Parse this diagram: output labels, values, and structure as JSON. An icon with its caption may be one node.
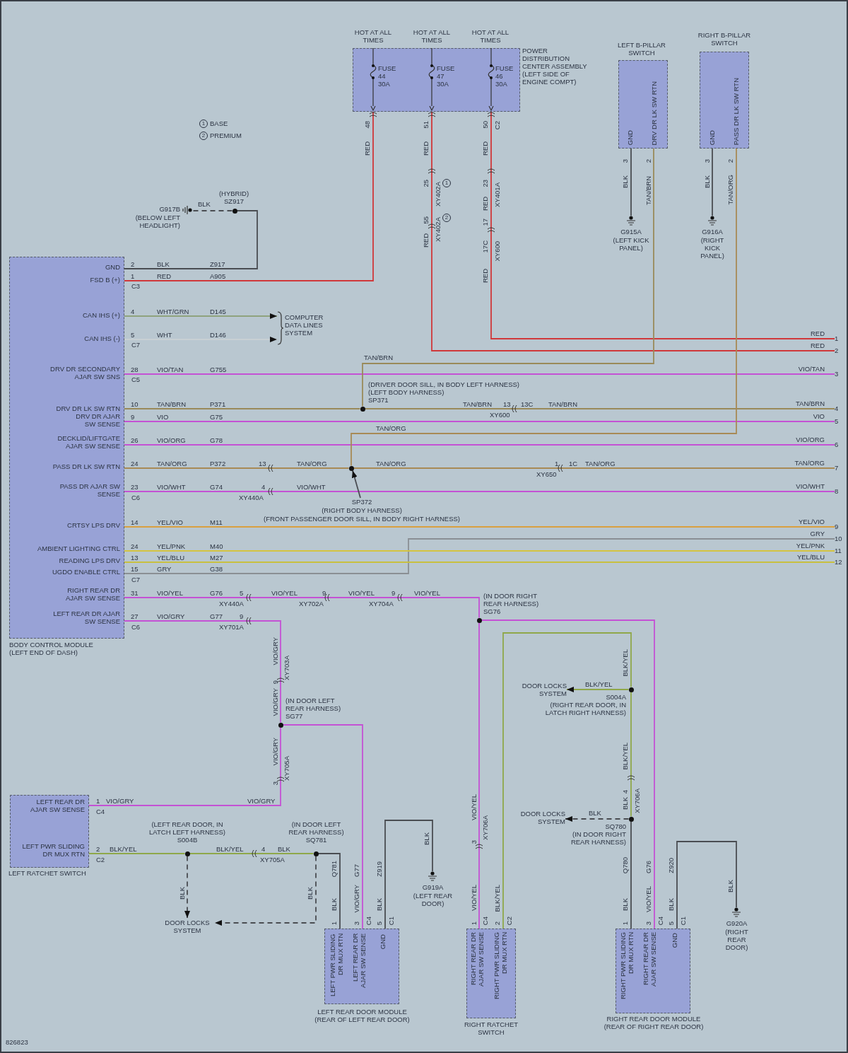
{
  "diagram": {
    "nodes": [
      {
        "text": [
          "POWER DISTRIBUTION CENTER ASSEMBLY (LEFT SIDE OF ENGINE COMPT)"
        ]
      },
      {
        "text": [
          "LEFT B-PILLAR SWITCH",
          "GND",
          "DRV DR LK SW RTN"
        ]
      },
      {
        "text": [
          "RIGHT B-PILLAR SWITCH",
          "GND",
          "PASS DR LK SW RTN"
        ]
      },
      {
        "text": [
          "GND",
          "FSD B (+)",
          "CAN IHS (+)",
          "CAN IHS (-)",
          "DRV DR SECONDARY AJAR SW SNS",
          "DRV DR LK SW RTN",
          "DRV DR AJAR SW SENSE",
          "DECKLID/LIFTGATE AJAR SW SENSE",
          "PASS DR LK SW RTN",
          "PASS DR AJAR SW SENSE",
          "CRTSY LPS DRV",
          "AMBIENT LIGHTING CTRL",
          "READING LPS DRV",
          "UGDO ENABLE CTRL",
          "RIGHT REAR DR AJAR SW SENSE",
          "LEFT REAR DR AJAR SW SENSE",
          "BODY CONTROL MODULE (LEFT END OF DASH)"
        ]
      },
      {
        "text": [
          "LEFT REAR DR AJAR SW SENSE",
          "LEFT PWR SLIDING DR MUX RTN",
          "LEFT RATCHET SWITCH"
        ]
      },
      {
        "text": [
          "LEFT PWR SLIDING DR MUX RTN",
          "LEFT REAR DR AJAR SW SENSE",
          "GND",
          "LEFT REAR DOOR MODULE (REAR OF LEFT REAR DOOR)"
        ]
      },
      {
        "text": [
          "RIGHT REAR DR AJAR SW SENSE",
          "RIGHT PWR SLIDING DR MUX RTN",
          "RIGHT RATCHET SWITCH"
        ]
      },
      {
        "text": [
          "RIGHT PWR SLIDING DR MUX RTN",
          "RIGHT REAR DR AJAR SW SENSE",
          "GND",
          "RIGHT REAR DOOR MODULE (REAR OF RIGHT REAR DOOR)"
        ]
      },
      {
        "text": [
          "G917B",
          "(BELOW LEFT HEADLIGHT)"
        ]
      },
      {
        "text": [
          "G915A",
          "(LEFT KICK PANEL)"
        ]
      },
      {
        "text": [
          "G916A",
          "(RIGHT KICK PANEL)"
        ]
      },
      {
        "text": [
          "G919A",
          "(LEFT REAR DOOR)"
        ]
      },
      {
        "text": [
          "G920A",
          "(RIGHT REAR DOOR)"
        ]
      },
      {
        "text": [
          "COMPUTER DATA LINES SYSTEM"
        ]
      },
      {
        "text": [
          "DOOR LOCKS SYSTEM"
        ]
      },
      {
        "text": [
          "DOOR LOCKS SYSTEM"
        ]
      },
      {
        "text": [
          "DOOR LOCKS SYSTEM"
        ]
      },
      {
        "text": [],
        "shape": "circle",
        "beside": [
          "(HYBRID)",
          "SZ917"
        ]
      },
      {
        "text": [],
        "shape": "circle",
        "beside": [
          "(DRIVER DOOR SILL, IN BODY LEFT HARNESS)",
          "(LEFT BODY HARNESS)",
          "SP371"
        ]
      },
      {
        "text": [],
        "shape": "circle"
      },
      {
        "text": [
          "SP372",
          "(RIGHT BODY HARNESS)",
          "(FRONT PASSENGER DOOR SILL, IN BODY RIGHT HARNESS)"
        ]
      },
      {
        "text": [],
        "shape": "circle",
        "beside": [
          "(IN DOOR RIGHT REAR HARNESS)",
          "SG76"
        ]
      },
      {
        "text": [],
        "shape": "circle",
        "beside": [
          "(IN DOOR LEFT REAR HARNESS)",
          "SG77"
        ]
      },
      {
        "text": [],
        "shape": "circle",
        "beside": [
          "(LEFT REAR DOOR, IN LATCH LEFT HARNESS)",
          "S004B"
        ]
      },
      {
        "text": [],
        "shape": "circle",
        "beside": [
          "(IN DOOR LEFT REAR HARNESS)",
          "SQ781"
        ]
      },
      {
        "text": [],
        "shape": "circle",
        "beside": [
          "S004A",
          "(RIGHT REAR DOOR, IN LATCH RIGHT HARNESS)"
        ]
      },
      {
        "text": [],
        "shape": "circle",
        "beside": [
          "SQ780",
          "(IN DOOR RIGHT REAR HARNESS)"
        ]
      },
      {
        "text": [
          "1"
        ]
      },
      {
        "text": [
          "2"
        ]
      },
      {
        "text": [
          "3"
        ]
      },
      {
        "text": [
          "4"
        ]
      },
      {
        "text": [
          "5"
        ]
      },
      {
        "text": [
          "6"
        ]
      },
      {
        "text": [
          "7"
        ]
      },
      {
        "text": [
          "8"
        ]
      },
      {
        "text": [
          "9"
        ]
      },
      {
        "text": [
          "10"
        ]
      },
      {
        "text": [
          "11"
        ]
      },
      {
        "text": [
          "12"
        ]
      }
    ],
    "edges": [
      {
        "from": 0,
        "to": 3,
        "arrow": "none",
        "color": "#d0383a"
      },
      {
        "from": 0,
        "to": 28,
        "arrow": "none",
        "color": "#d0383a"
      },
      {
        "from": 0,
        "to": 27,
        "arrow": "none",
        "color": "#d0383a"
      },
      {
        "from": 3,
        "to": 17,
        "arrow": "none",
        "color": "#4a4d52"
      },
      {
        "from": 17,
        "to": 8,
        "arrow": "none",
        "style": "dashed",
        "color": "#4a4d52"
      },
      {
        "from": 3,
        "to": 13,
        "arrow": "to",
        "color": "#8fa37e"
      },
      {
        "from": 3,
        "to": 13,
        "arrow": "to",
        "color": "#c8d0d4"
      },
      {
        "from": 3,
        "to": 29,
        "arrow": "none",
        "color": "#c452d4"
      },
      {
        "from": 3,
        "to": 18,
        "arrow": "none",
        "color": "#9a8a5a"
      },
      {
        "from": 18,
        "to": 30,
        "arrow": "none",
        "color": "#9a8a5a"
      },
      {
        "from": 18,
        "to": 1,
        "arrow": "none",
        "color": "#9a8a5a"
      },
      {
        "from": 3,
        "to": 31,
        "arrow": "none",
        "color": "#c452d4"
      },
      {
        "from": 3,
        "to": 32,
        "arrow": "none",
        "color": "#c452d4"
      },
      {
        "from": 3,
        "to": 19,
        "arrow": "none",
        "color": "#a88a55"
      },
      {
        "from": 19,
        "to": 33,
        "arrow": "none",
        "color": "#a88a55"
      },
      {
        "from": 19,
        "to": 2,
        "arrow": "none",
        "color": "#a88a55"
      },
      {
        "from": 3,
        "to": 34,
        "arrow": "none",
        "color": "#c452d4"
      },
      {
        "from": 3,
        "to": 35,
        "arrow": "none",
        "color": "#d9a040"
      },
      {
        "from": 3,
        "to": 36,
        "arrow": "none",
        "color": "#8a8f94"
      },
      {
        "from": 3,
        "to": 37,
        "arrow": "none",
        "color": "#d4c440"
      },
      {
        "from": 3,
        "to": 38,
        "arrow": "none",
        "color": "#c8c040"
      },
      {
        "from": 3,
        "to": 21,
        "arrow": "none",
        "color": "#c452d4"
      },
      {
        "from": 21,
        "to": 6,
        "arrow": "none",
        "color": "#c452d4"
      },
      {
        "from": 21,
        "to": 7,
        "arrow": "none",
        "color": "#c452d4"
      },
      {
        "from": 3,
        "to": 22,
        "arrow": "none",
        "color": "#c452d4"
      },
      {
        "from": 22,
        "to": 4,
        "arrow": "none",
        "color": "#c452d4"
      },
      {
        "from": 22,
        "to": 5,
        "arrow": "none",
        "color": "#c452d4"
      },
      {
        "from": 1,
        "to": 9,
        "arrow": "none",
        "color": "#4a4d52"
      },
      {
        "from": 2,
        "to": 10,
        "arrow": "none",
        "color": "#4a4d52"
      },
      {
        "from": 4,
        "to": 23,
        "arrow": "none",
        "color": "#8fa84a"
      },
      {
        "from": 23,
        "to": 24,
        "arrow": "none",
        "color": "#8fa84a"
      },
      {
        "from": 23,
        "to": 14,
        "arrow": "to",
        "style": "dashed",
        "color": "#4a4d52"
      },
      {
        "from": 24,
        "to": 14,
        "arrow": "to",
        "style": "dashed",
        "color": "#4a4d52"
      },
      {
        "from": 24,
        "to": 5,
        "arrow": "none",
        "color": "#4a4d52"
      },
      {
        "from": 5,
        "to": 11,
        "arrow": "none",
        "color": "#4a4d52"
      },
      {
        "from": 6,
        "to": 25,
        "arrow": "none",
        "color": "#8fa84a"
      },
      {
        "from": 25,
        "to": 15,
        "arrow": "to",
        "color": "#8fa84a"
      },
      {
        "from": 25,
        "to": 26,
        "arrow": "none",
        "color": "#8fa84a"
      },
      {
        "from": 26,
        "to": 16,
        "arrow": "to",
        "style": "dashed",
        "color": "#4a4d52"
      },
      {
        "from": 26,
        "to": 7,
        "arrow": "none",
        "color": "#4a4d52"
      },
      {
        "from": 7,
        "to": 12,
        "arrow": "none",
        "color": "#4a4d52"
      },
      {
        "from": 20,
        "to": 19,
        "arrow": "to",
        "color": "#4a4d52"
      }
    ],
    "labels": [
      "HOT AT ALL TIMES",
      "HOT AT ALL TIMES",
      "HOT AT ALL TIMES",
      "FUSE 44 30A",
      "FUSE 47 30A",
      "FUSE 46 30A",
      "48",
      "RED",
      "51",
      "RED",
      "50",
      "C2",
      "RED",
      "25",
      "XY402A",
      "1",
      "55",
      "XY402A",
      "2",
      "RED",
      "23",
      "RED",
      "XY401A",
      "17",
      "17C",
      "XY600",
      "RED",
      "3",
      "BLK",
      "2",
      "TAN/BRN",
      "3",
      "BLK",
      "2",
      "TAN/ORG",
      "1",
      "BASE",
      "2",
      "PREMIUM",
      "BLK",
      "2",
      "BLK",
      "Z917",
      "1",
      "RED",
      "A905",
      "C3",
      "4",
      "WHT/GRN",
      "D145",
      "5",
      "WHT",
      "D146",
      "C7",
      "28",
      "VIO/TAN",
      "G755",
      "C5",
      "TAN/BRN",
      "10",
      "TAN/BRN",
      "P371",
      "TAN/BRN",
      "13",
      "13C",
      "XY600",
      "TAN/BRN",
      "9",
      "VIO",
      "G75",
      "TAN/ORG",
      "26",
      "VIO/ORG",
      "G78",
      "24",
      "TAN/ORG",
      "P372",
      "13",
      "TAN/ORG",
      "TAN/ORG",
      "1",
      "1C",
      "TAN/ORG",
      "XY650",
      "23",
      "VIO/WHT",
      "G74",
      "4",
      "VIO/WHT",
      "C6",
      "XY440A",
      "14",
      "YEL/VIO",
      "M11",
      "24",
      "YEL/PNK",
      "M40",
      "13",
      "YEL/BLU",
      "M27",
      "15",
      "GRY",
      "G38",
      "C7",
      "31",
      "VIO/YEL",
      "G76",
      "5",
      "XY440A",
      "VIO/YEL",
      "9",
      "XY702A",
      "VIO/YEL",
      "9",
      "XY704A",
      "VIO/YEL",
      "27",
      "VIO/GRY",
      "G77",
      "9",
      "C6",
      "XY701A",
      "RED",
      "RED",
      "VIO/TAN",
      "TAN/BRN",
      "VIO",
      "VIO/ORG",
      "TAN/ORG",
      "VIO/WHT",
      "YEL/VIO",
      "GRY",
      "YEL/PNK",
      "YEL/BLU",
      "VIO/GRY",
      "XY703A",
      "9",
      "VIO/GRY",
      "VIO/GRY",
      "XY705A",
      "3",
      "1",
      "VIO/GRY",
      "VIO/GRY",
      "C4",
      "2",
      "BLK/YEL",
      "BLK/YEL",
      "4",
      "BLK",
      "C2",
      "XY705A",
      "BLK",
      "BLK",
      "Q781",
      "BLK",
      "1",
      "G77",
      "VIO/GRY",
      "3",
      "C4",
      "Z919",
      "BLK",
      "5",
      "C1",
      "BLK",
      "VIO/YEL",
      "3",
      "XY706A",
      "VIO/YEL",
      "1",
      "C4",
      "BLK/YEL",
      "2",
      "C2",
      "BLK/YEL",
      "BLK/YEL",
      "BLK/YEL",
      "4",
      "BLK",
      "XY706A",
      "BLK",
      "Q780",
      "BLK",
      "1",
      "G76",
      "VIO/YEL",
      "3",
      "C4",
      "Z920",
      "BLK",
      "5",
      "C1",
      "BLK",
      "826823"
    ]
  }
}
